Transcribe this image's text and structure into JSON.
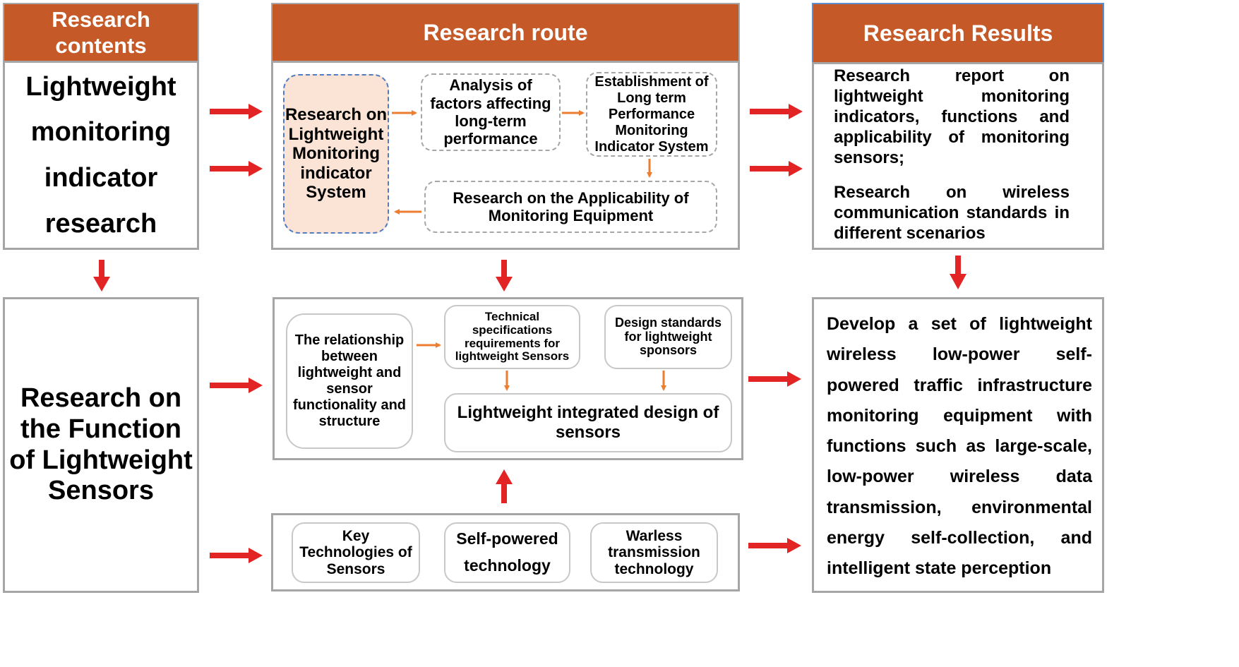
{
  "headers": {
    "contents": "Research contents",
    "route": "Research route",
    "results": "Research Results"
  },
  "left": {
    "top": "Lightweight monitoring indicator research",
    "bottom": "Research on the Function of Lightweight Sensors"
  },
  "route_top": {
    "indicator_system": "Research on Lightweight Monitoring indicator System",
    "factors": "Analysis of factors affecting long-term performance",
    "establishment": "Establishment of Long term Performance Monitoring Indicator System",
    "applicability": "Research on the Applicability of Monitoring Equipment"
  },
  "route_mid": {
    "relationship": "The relationship between lightweight and sensor functionality and structure",
    "tech_spec": "Technical specifications requirements for lightweight Sensors",
    "design_std": "Design standards for lightweight sponsors",
    "integrated": "Lightweight integrated design of sensors"
  },
  "route_bottom": {
    "key_tech": "Key Technologies of Sensors",
    "self_powered": "Self-powered technology",
    "wireless": "Warless transmission technology"
  },
  "results": {
    "report": "Research report on lightweight monitoring indicators, functions and applicability of monitoring sensors;",
    "wireless_std": "Research on wireless communication standards in different scenarios",
    "develop": "Develop a set of lightweight wireless low-power self-powered traffic infrastructure monitoring equipment with functions such as large-scale, low-power wireless data transmission, environmental energy self-collection, and intelligent state perception"
  },
  "colors": {
    "header": "#c55a28",
    "red_arrow": "#e32424",
    "orange_arrow": "#ed7d31",
    "highlight": "#fbe3d6"
  }
}
